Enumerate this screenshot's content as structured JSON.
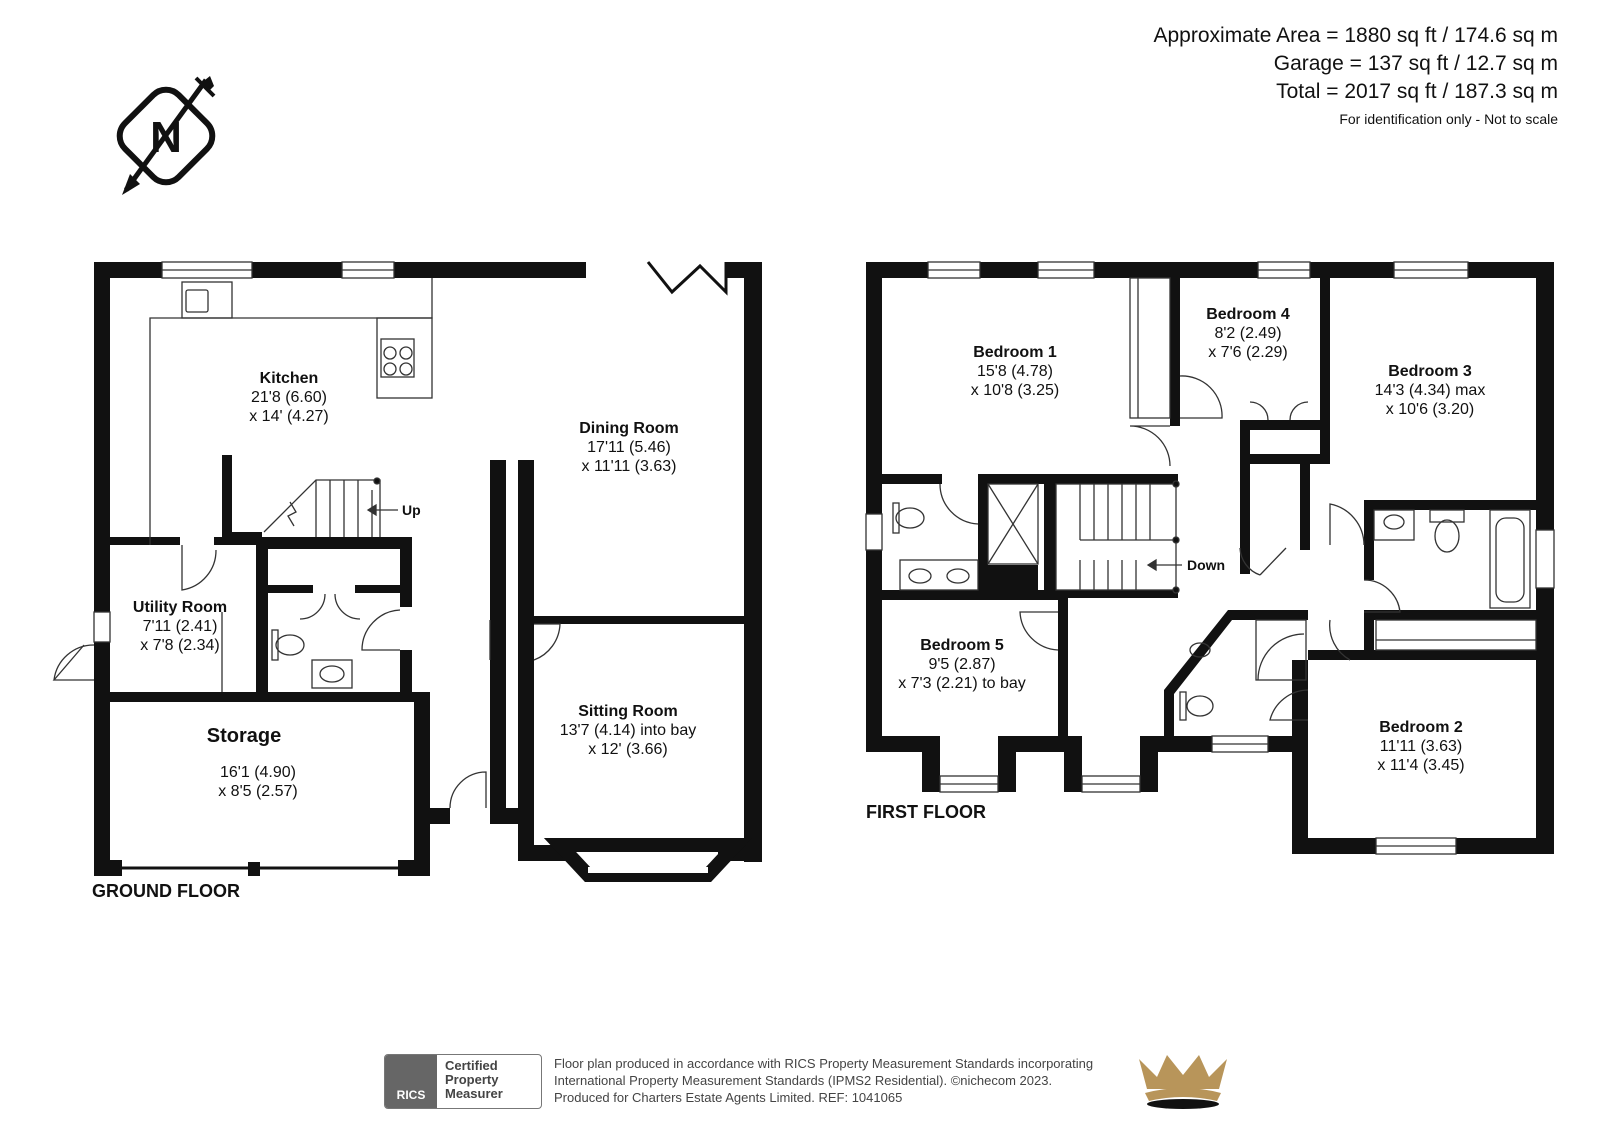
{
  "area": {
    "approximate": "Approximate Area = 1880 sq ft / 174.6 sq m",
    "garage": "Garage = 137 sq ft / 12.7 sq m",
    "total": "Total = 2017 sq ft / 187.3 sq m",
    "note": "For identification only - Not to scale"
  },
  "compass": {
    "letter": "N",
    "icon": "north-arrow-icon"
  },
  "floors": {
    "ground": {
      "label": "GROUND FLOOR",
      "rooms": [
        {
          "name": "Kitchen",
          "dims": [
            "21'8 (6.60)",
            "x 14' (4.27)"
          ]
        },
        {
          "name": "Dining Room",
          "dims": [
            "17'11 (5.46)",
            "x 11'11 (3.63)"
          ]
        },
        {
          "name": "Utility Room",
          "dims": [
            "7'11 (2.41)",
            "x 7'8 (2.34)"
          ]
        },
        {
          "name": "Storage",
          "dims": [
            "16'1 (4.90)",
            "x 8'5 (2.57)"
          ]
        },
        {
          "name": "Sitting Room",
          "dims": [
            "13'7 (4.14) into bay",
            "x 12' (3.66)"
          ]
        }
      ],
      "stairs_label": "Up"
    },
    "first": {
      "label": "FIRST FLOOR",
      "rooms": [
        {
          "name": "Bedroom 1",
          "dims": [
            "15'8 (4.78)",
            "x 10'8 (3.25)"
          ]
        },
        {
          "name": "Bedroom 4",
          "dims": [
            "8'2 (2.49)",
            "x 7'6 (2.29)"
          ]
        },
        {
          "name": "Bedroom 3",
          "dims": [
            "14'3 (4.34) max",
            "x 10'6 (3.20)"
          ]
        },
        {
          "name": "Bedroom 5",
          "dims": [
            "9'5 (2.87)",
            "x 7'3 (2.21) to bay"
          ]
        },
        {
          "name": "Bedroom 2",
          "dims": [
            "11'11 (3.63)",
            "x 11'4 (3.45)"
          ]
        }
      ],
      "stairs_label": "Down"
    }
  },
  "footer": {
    "rics_logo": "RICS",
    "badge": "Certified\nProperty\nMeasurer",
    "lines": [
      "Floor plan produced in accordance with RICS Property Measurement Standards incorporating",
      "International Property Measurement Standards (IPMS2 Residential).  ©nichecom 2023.",
      "Produced for Charters Estate Agents Limited.   REF:  1041065"
    ],
    "crown_icon": "crown-logo-icon"
  },
  "colors": {
    "wall": "#111111",
    "line": "#333333",
    "crown_gold": "#b8955a"
  }
}
